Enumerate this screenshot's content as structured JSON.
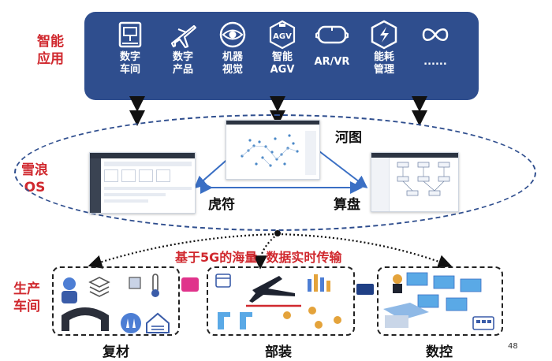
{
  "layers": {
    "apps": "智能\n应用",
    "os": "雪浪\nOS",
    "production": "生产\n车间"
  },
  "apps": [
    {
      "label": "数字\n车间",
      "icon": "machine-tool-icon"
    },
    {
      "label": "数字\n产品",
      "icon": "airplane-icon"
    },
    {
      "label": "机器\n视觉",
      "icon": "eye-icon"
    },
    {
      "label": "智能\nAGV",
      "icon": "agv-icon",
      "badge": "AGV"
    },
    {
      "label": "AR/VR",
      "icon": "vr-headset-icon"
    },
    {
      "label": "能耗\n管理",
      "icon": "energy-shield-icon"
    },
    {
      "label": "......",
      "icon": "infinity-icon"
    }
  ],
  "os_apps": {
    "hetu": "河图",
    "hufu": "虎符",
    "suanpan": "算盘"
  },
  "transfer_caption": "基于5G的海量  数据实时传输",
  "workshops": [
    "复材",
    "部装",
    "数控"
  ],
  "page_number": "48",
  "colors": {
    "panel": "#2f4e8e",
    "accent_red": "#d0282e",
    "arrow_blue": "#3a6fc4"
  }
}
